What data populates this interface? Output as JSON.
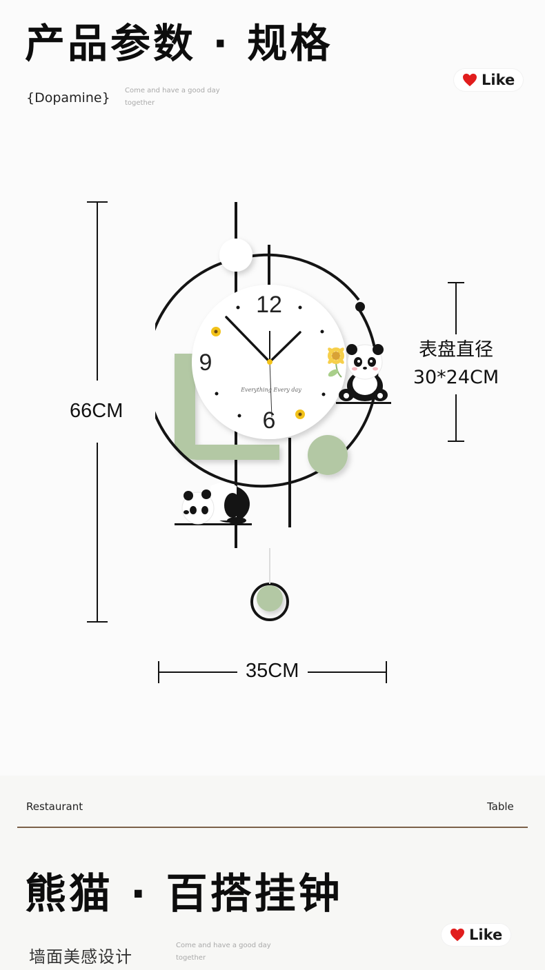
{
  "header": {
    "title": "产品参数 · 规格",
    "brand": "{Dopamine}",
    "tagline": "Come and have a good day together",
    "like_label": "Like"
  },
  "dimensions": {
    "height_label": "66CM",
    "width_label": "35CM",
    "dial_label_line1": "表盘直径",
    "dial_label_line2": "30*24CM"
  },
  "clock_face": {
    "numerals": {
      "top": "12",
      "left": "9",
      "bottom": "6"
    },
    "script_text": "Everything Every day"
  },
  "colors": {
    "accent_green": "#b3c8a4",
    "frame_black": "#141414",
    "divider_brown": "#7a6048",
    "heart_red": "#e11d1d"
  },
  "footer": {
    "left_label": "Restaurant",
    "right_label": "Table",
    "title": "熊猫 · 百搭挂钟",
    "subtitle": "墙面美感设计",
    "tagline": "Come and have a good day together",
    "like_label": "Like"
  }
}
